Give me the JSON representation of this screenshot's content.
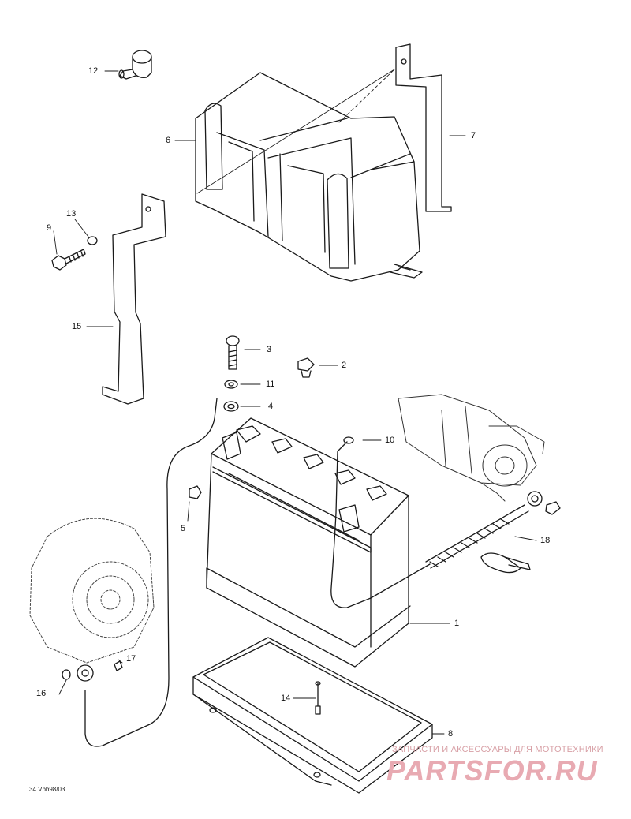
{
  "callouts": {
    "c1": "1",
    "c2": "2",
    "c3": "3",
    "c4": "4",
    "c5": "5",
    "c6": "6",
    "c7": "7",
    "c8": "8",
    "c9": "9",
    "c10": "10",
    "c11": "11",
    "c12": "12",
    "c13": "13",
    "c14": "14",
    "c15": "15",
    "c16": "16",
    "c17": "17",
    "c18": "18"
  },
  "watermark": {
    "tagline": "ЗАПЧАСТИ И АКСЕССУАРЫ ДЛЯ МОТОТЕХНИКИ",
    "logo": "PARTSFOR.RU",
    "color": "#e8aab2"
  },
  "figure_code": "34 Vbb98/03"
}
